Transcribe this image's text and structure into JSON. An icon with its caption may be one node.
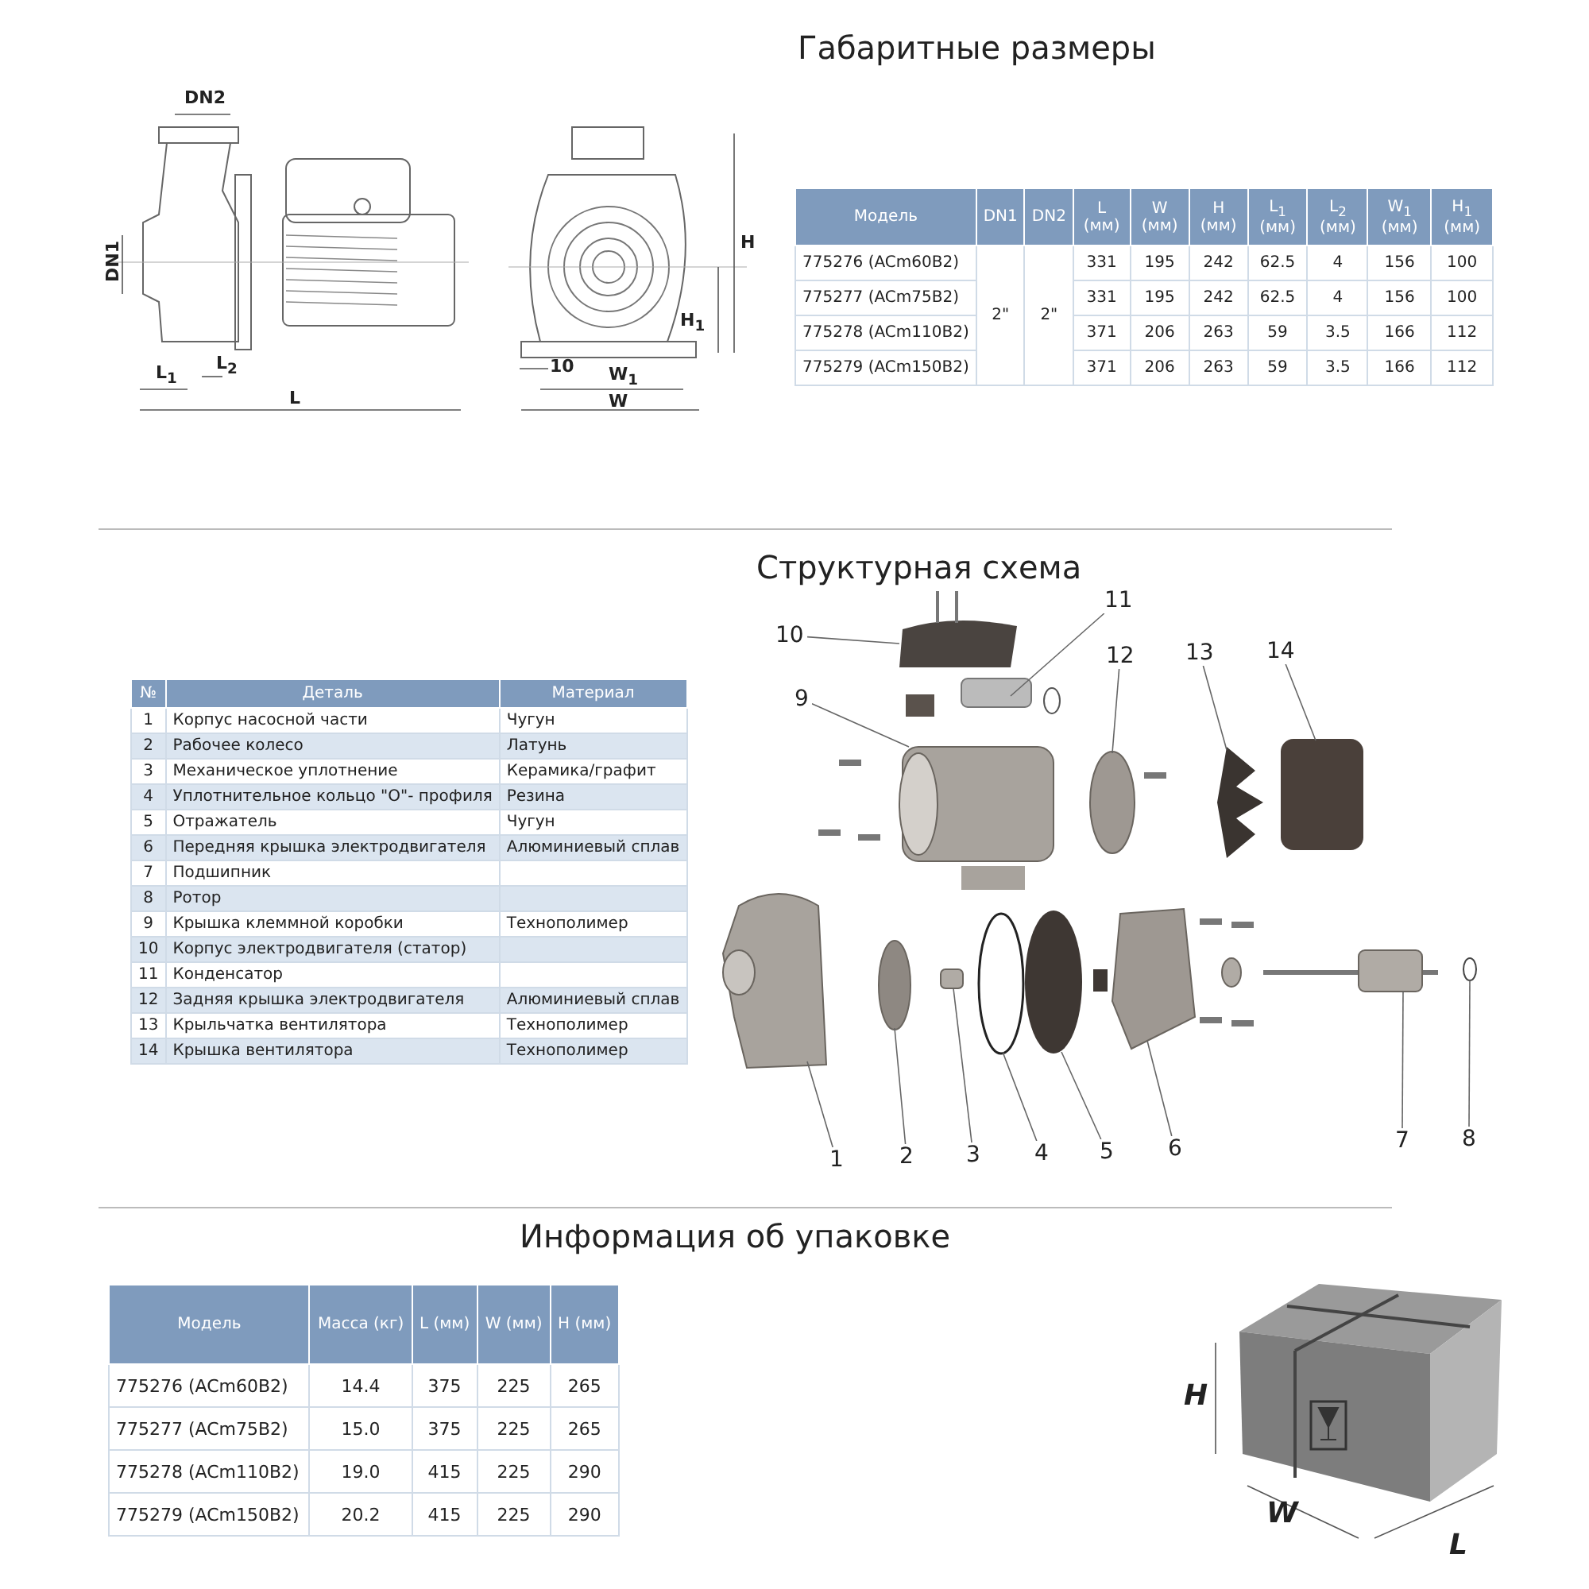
{
  "diagram": {
    "nodes": [
      {
        "text": [
          "1"
        ]
      },
      {
        "text": [
          "2"
        ]
      },
      {
        "text": [
          "3"
        ]
      },
      {
        "text": [
          "4"
        ]
      },
      {
        "text": [
          "5"
        ]
      },
      {
        "text": [
          "6"
        ]
      },
      {
        "text": [
          "7"
        ]
      },
      {
        "text": [
          "8"
        ]
      },
      {
        "text": [
          "9"
        ]
      },
      {
        "text": [
          "10"
        ]
      },
      {
        "text": [
          "11"
        ]
      },
      {
        "text": [
          "12"
        ]
      },
      {
        "text": [
          "13"
        ]
      },
      {
        "text": [
          "14"
        ]
      }
    ],
    "edges": [
      {
        "from": 0,
        "to": null,
        "arrow": "none"
      },
      {
        "from": 1,
        "to": null,
        "arrow": "none"
      },
      {
        "from": 2,
        "to": null,
        "arrow": "none"
      },
      {
        "from": 3,
        "to": null,
        "arrow": "none"
      },
      {
        "from": 4,
        "to": null,
        "arrow": "none"
      },
      {
        "from": 5,
        "to": null,
        "arrow": "none"
      },
      {
        "from": 6,
        "to": null,
        "arrow": "none"
      },
      {
        "from": 7,
        "to": null,
        "arrow": "none"
      },
      {
        "from": 8,
        "to": null,
        "arrow": "none"
      },
      {
        "from": 9,
        "to": null,
        "arrow": "none"
      },
      {
        "from": 10,
        "to": null,
        "arrow": "none"
      },
      {
        "from": 11,
        "to": null,
        "arrow": "none"
      },
      {
        "from": 12,
        "to": null,
        "arrow": "none"
      },
      {
        "from": 13,
        "to": null,
        "arrow": "none"
      }
    ],
    "labels": [
      "Габаритные размеры",
      "DN2",
      "DN1",
      "L$_{1}$",
      "L$_{2}$",
      "L",
      "10",
      "H",
      "H$_{1}$",
      "W$_{1}$",
      "W",
      "Модель",
      "DN1",
      "DN2",
      "L (мм)",
      "W (мм)",
      "H (мм)",
      "L$_{1}$ (мм)",
      "L$_{2}$ (мм)",
      "W$_{1}$ (мм)",
      "H$_{1}$ (мм)",
      "775276 (ACm60B2)",
      "2\"",
      "2\"",
      "331",
      "195",
      "242",
      "62.5",
      "4",
      "156",
      "100",
      "775277 (ACm75B2)",
      "331",
      "195",
      "242",
      "62.5",
      "4",
      "156",
      "100",
      "775278 (ACm110B2)",
      "371",
      "206",
      "263",
      "59",
      "3.5",
      "166",
      "112",
      "775279 (ACm150B2)",
      "371",
      "206",
      "263",
      "59",
      "3.5",
      "166",
      "112",
      "Структурная схема",
      "№",
      "Деталь",
      "Материал",
      "1",
      "Корпус насосной части",
      "Чугун",
      "2",
      "Рабочее колесо",
      "Латунь",
      "3",
      "Механическое уплотнение",
      "Керамика/графит",
      "4",
      "Уплотнительное кольцо \"O\"- профиля",
      "Резина",
      "5",
      "Отражатель",
      "Чугун",
      "6",
      "Передняя крышка электродвигателя",
      "Алюминиевый сплав",
      "7",
      "Подшипник",
      "8",
      "Ротор",
      "9",
      "Крышка клеммной коробки",
      "Технополимер",
      "10",
      "Корпус электродвигателя (статор)",
      "11",
      "Конденсатор",
      "12",
      "Задняя крышка электродвигателя",
      "Алюминиевый сплав",
      "13",
      "Крыльчатка вентилятора",
      "Технополимер",
      "14",
      "Крышка вентилятора",
      "Технополимер",
      "Информация об упаковке",
      "Модель",
      "Масса (кг)",
      "L (мм)",
      "W (мм)",
      "H (мм)",
      "775276 (ACm60B2)",
      "14.4",
      "375",
      "225",
      "265",
      "775277 (ACm75B2)",
      "15.0",
      "375",
      "225",
      "265",
      "775278 (ACm110B2)",
      "19.0",
      "415",
      "225",
      "290",
      "775279 (ACm150B2)",
      "20.2",
      "415",
      "225",
      "290",
      "H",
      "W",
      "L"
    ]
  }
}
